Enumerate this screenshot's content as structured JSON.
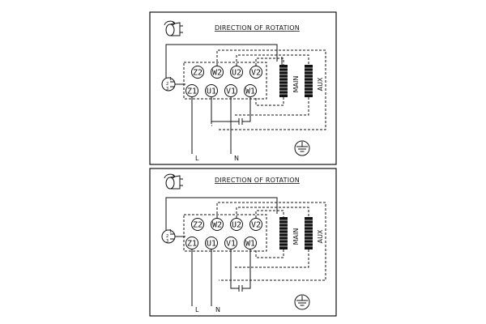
{
  "panels": [
    {
      "title": "DIRECTION OF ROTATION",
      "top_terminals": [
        "Z2",
        "W2",
        "U2",
        "V2"
      ],
      "bottom_terminals": [
        "Z1",
        "U1",
        "V1",
        "W1"
      ],
      "coil_main": "MAIN",
      "coil_aux": "AUX",
      "line_label": "L",
      "neutral_label": "N",
      "small_terminals": [
        "1",
        "2",
        "3"
      ]
    },
    {
      "title": "DIRECTION OF ROTATION",
      "top_terminals": [
        "Z2",
        "W2",
        "U2",
        "V2"
      ],
      "bottom_terminals": [
        "Z1",
        "U1",
        "V1",
        "W1"
      ],
      "coil_main": "MAIN",
      "coil_aux": "AUX",
      "line_label": "L",
      "neutral_label": "N",
      "small_terminals": [
        "1",
        "2",
        "3"
      ]
    }
  ]
}
